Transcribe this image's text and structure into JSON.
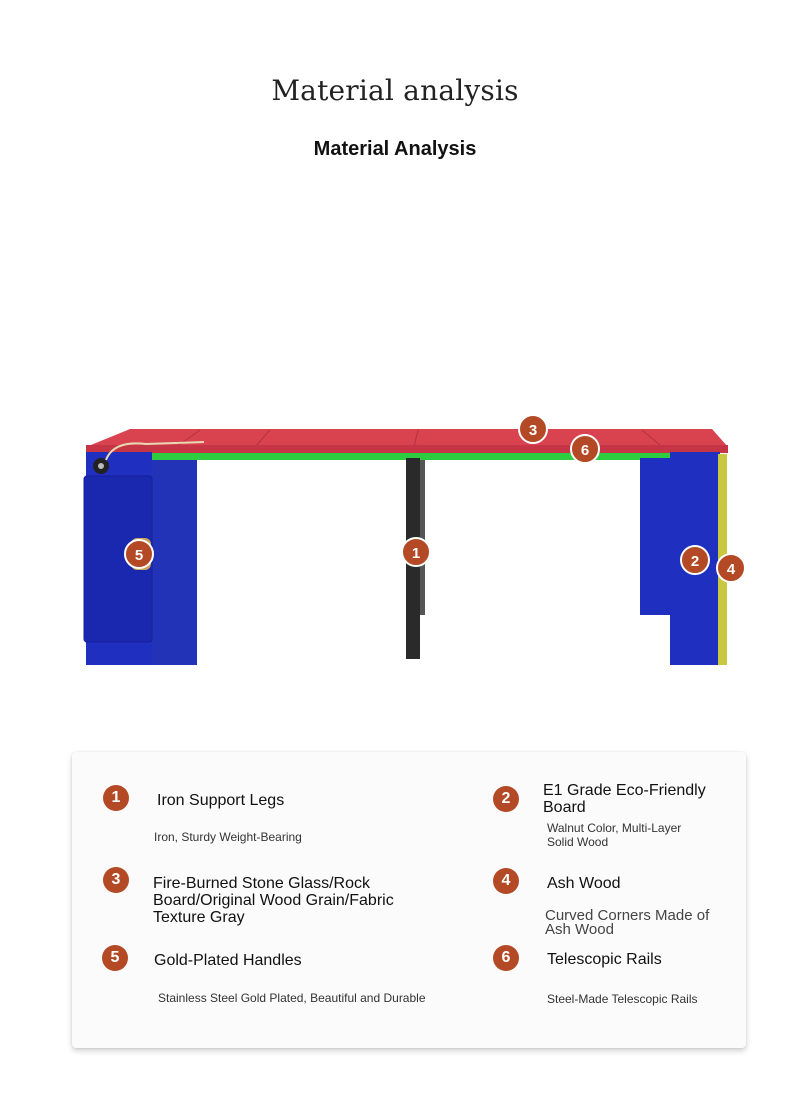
{
  "header": {
    "title": "Material analysis",
    "subtitle": "Material Analysis"
  },
  "illustration": {
    "callouts": [
      "1",
      "2",
      "3",
      "4",
      "5",
      "6"
    ],
    "colors": {
      "tabletop": "#d9424f",
      "rail": "#2ecc40",
      "board": "#1f2fbf",
      "legs": "#2a2a2a",
      "ash_edge": "#c8c840",
      "badge": "#b34a25"
    }
  },
  "materials": [
    {
      "num": "1",
      "title": "Iron Support Legs",
      "desc": "Iron, Sturdy Weight-Bearing"
    },
    {
      "num": "2",
      "title": "E1 Grade Eco-Friendly Board",
      "desc": "Walnut Color, Multi-Layer Solid Wood"
    },
    {
      "num": "3",
      "title": "Fire-Burned Stone Glass/Rock Board/Original Wood Grain/Fabric Texture Gray",
      "desc": ""
    },
    {
      "num": "4",
      "title": "Ash Wood",
      "desc": "Curved Corners Made of Ash Wood"
    },
    {
      "num": "5",
      "title": "Gold-Plated Handles",
      "desc": "Stainless Steel Gold Plated, Beautiful and Durable"
    },
    {
      "num": "6",
      "title": "Telescopic Rails",
      "desc": "Steel-Made Telescopic Rails"
    }
  ]
}
